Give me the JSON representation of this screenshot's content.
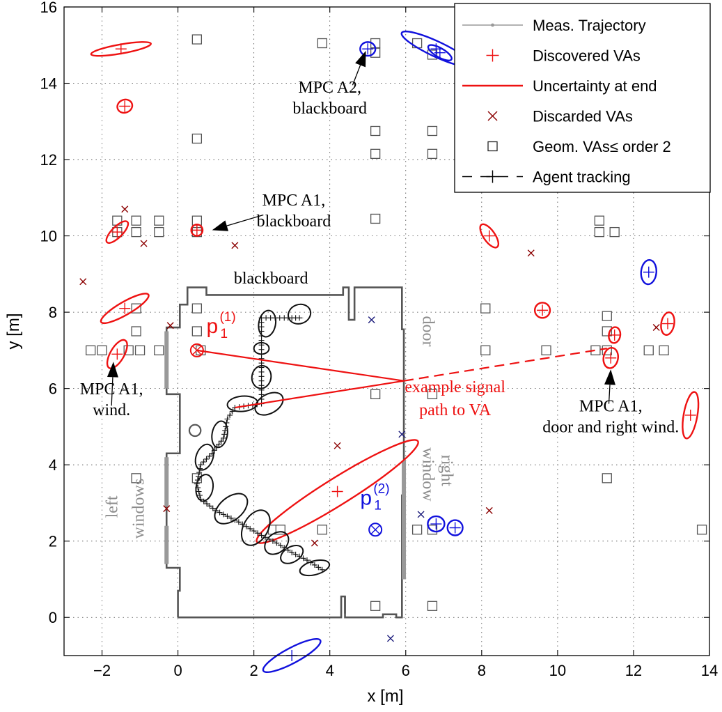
{
  "colors": {
    "discovered": "#ee1111",
    "agent2": "#1111dd",
    "discarded": "#8b0000",
    "discarded_blue": "#1a1a7a",
    "geom": "#555555",
    "trajectory": "#999999",
    "floorplan": "#555555",
    "window": "#999999",
    "agent_track": "#111111"
  },
  "chart_data": {
    "type": "scatter",
    "xlabel": "x [m]",
    "ylabel": "y [m]",
    "xlim": [
      -3,
      14
    ],
    "ylim": [
      -1,
      16
    ],
    "xticks": [
      -2,
      0,
      2,
      4,
      6,
      8,
      10,
      12,
      14
    ],
    "yticks": [
      0,
      2,
      4,
      6,
      8,
      10,
      12,
      14,
      16
    ],
    "grid": true,
    "legend_position": "top-right",
    "legend": [
      {
        "label": "Meas. Trajectory",
        "marker": "trajectory"
      },
      {
        "label": "Discovered VAs",
        "marker": "plus"
      },
      {
        "label": "Uncertainty at end",
        "marker": "redline"
      },
      {
        "label": "Discarded VAs",
        "marker": "x"
      },
      {
        "label": "Geom. VAs≤ order 2",
        "marker": "square"
      },
      {
        "label": "Agent tracking",
        "marker": "dashplus"
      }
    ],
    "geom_vas": [
      [
        -2.3,
        7
      ],
      [
        -2.0,
        7
      ],
      [
        -1.3,
        7
      ],
      [
        -1.0,
        7
      ],
      [
        -0.5,
        7
      ],
      [
        0.6,
        7
      ],
      [
        11.0,
        7
      ],
      [
        11.3,
        7
      ],
      [
        12.4,
        7
      ],
      [
        12.8,
        7
      ],
      [
        -1.6,
        10.4
      ],
      [
        -1.6,
        10.1
      ],
      [
        -1.1,
        10.4
      ],
      [
        -1.1,
        10.1
      ],
      [
        -0.5,
        10.4
      ],
      [
        -0.5,
        10.1
      ],
      [
        0.5,
        10.4
      ],
      [
        0.5,
        10.1
      ],
      [
        11.1,
        10.4
      ],
      [
        11.1,
        10.1
      ],
      [
        11.5,
        10.1
      ],
      [
        -1.1,
        8.1
      ],
      [
        -1.1,
        7.5
      ],
      [
        0.5,
        8.1
      ],
      [
        0.5,
        7.5
      ],
      [
        8.1,
        8.1
      ],
      [
        8.1,
        7
      ],
      [
        9.7,
        7
      ],
      [
        11.3,
        7.5
      ],
      [
        11.3,
        7.9
      ],
      [
        0.5,
        15.15
      ],
      [
        0.5,
        12.55
      ],
      [
        3.8,
        15.05
      ],
      [
        5.2,
        15.05
      ],
      [
        5.2,
        14.8
      ],
      [
        5.2,
        12.75
      ],
      [
        5.2,
        12.15
      ],
      [
        5.2,
        10.45
      ],
      [
        6.3,
        15.05
      ],
      [
        6.7,
        14.75
      ],
      [
        6.7,
        12.75
      ],
      [
        6.7,
        12.15
      ],
      [
        5.2,
        5.85
      ],
      [
        6.7,
        5.85
      ],
      [
        -1.1,
        3.65
      ],
      [
        0.5,
        3.65
      ],
      [
        11.3,
        3.65
      ],
      [
        13.8,
        2.3
      ],
      [
        2.5,
        2.3
      ],
      [
        2.7,
        2.3
      ],
      [
        3.8,
        2.3
      ],
      [
        6.3,
        2.3
      ],
      [
        6.7,
        2.3
      ],
      [
        5.2,
        0.3
      ],
      [
        6.7,
        0.3
      ]
    ],
    "discarded_red": [
      [
        -2.5,
        8.8
      ],
      [
        -1.4,
        10.7
      ],
      [
        -0.9,
        9.8
      ],
      [
        1.5,
        9.75
      ],
      [
        -0.2,
        7.65
      ],
      [
        -0.3,
        2.85
      ],
      [
        4.2,
        4.5
      ],
      [
        3.6,
        1.95
      ],
      [
        8.2,
        2.8
      ],
      [
        9.3,
        9.55
      ],
      [
        12.6,
        7.6
      ]
    ],
    "discarded_blue": [
      [
        5.1,
        7.8
      ],
      [
        5.9,
        4.8
      ],
      [
        6.4,
        2.7
      ],
      [
        5.6,
        -0.55
      ]
    ],
    "discovered_red": [
      {
        "x": -1.5,
        "y": 14.9,
        "rx": 0.8,
        "ry": 0.12,
        "angle": 10
      },
      {
        "x": -1.4,
        "y": 13.4,
        "rx": 0.2,
        "ry": 0.17,
        "angle": 20
      },
      {
        "x": -1.6,
        "y": 10.1,
        "rx": 0.38,
        "ry": 0.14,
        "angle": 45
      },
      {
        "x": -1.4,
        "y": 8.1,
        "rx": 0.72,
        "ry": 0.17,
        "angle": 30
      },
      {
        "x": -1.6,
        "y": 6.9,
        "rx": 0.42,
        "ry": 0.18,
        "angle": 60
      },
      {
        "x": 0.5,
        "y": 10.15,
        "rx": 0.15,
        "ry": 0.15,
        "angle": 0
      },
      {
        "x": 8.2,
        "y": 10.0,
        "rx": 0.36,
        "ry": 0.15,
        "angle": -55
      },
      {
        "x": 9.6,
        "y": 8.05,
        "rx": 0.2,
        "ry": 0.2,
        "angle": 0
      },
      {
        "x": 11.5,
        "y": 7.4,
        "rx": 0.21,
        "ry": 0.15,
        "angle": 80
      },
      {
        "x": 11.4,
        "y": 6.8,
        "rx": 0.27,
        "ry": 0.19,
        "angle": 80
      },
      {
        "x": 12.9,
        "y": 7.7,
        "rx": 0.3,
        "ry": 0.17,
        "angle": 80
      },
      {
        "x": 13.5,
        "y": 5.3,
        "rx": 0.62,
        "ry": 0.18,
        "angle": 80
      },
      {
        "x": 4.2,
        "y": 3.3,
        "rx": 2.5,
        "ry": 0.35,
        "angle": 32
      }
    ],
    "discovered_blue": [
      {
        "x": 5.0,
        "y": 14.9,
        "rx": 0.2,
        "ry": 0.18,
        "angle": 0
      },
      {
        "x": 6.8,
        "y": 14.9,
        "rx": 1.0,
        "ry": 0.2,
        "angle": -25
      },
      {
        "x": 6.9,
        "y": 14.8,
        "rx": 0.35,
        "ry": 0.12,
        "angle": -30
      },
      {
        "x": 12.4,
        "y": 9.05,
        "rx": 0.32,
        "ry": 0.2,
        "angle": 85
      },
      {
        "x": 6.8,
        "y": 2.45,
        "rx": 0.22,
        "ry": 0.2,
        "angle": 0
      },
      {
        "x": 7.3,
        "y": 2.35,
        "rx": 0.2,
        "ry": 0.2,
        "angle": 0
      },
      {
        "x": 3.0,
        "y": -1.0,
        "rx": 0.85,
        "ry": 0.2,
        "angle": 28
      }
    ],
    "agent_track": [
      [
        3.8,
        1.25
      ],
      [
        3.4,
        1.5
      ],
      [
        3.0,
        1.7
      ],
      [
        2.6,
        1.95
      ],
      [
        2.2,
        2.15
      ],
      [
        1.6,
        2.5
      ],
      [
        1.0,
        2.8
      ],
      [
        0.6,
        3.1
      ],
      [
        0.5,
        3.5
      ],
      [
        0.6,
        4.0
      ],
      [
        0.9,
        4.3
      ],
      [
        1.2,
        4.7
      ],
      [
        1.3,
        5.2
      ],
      [
        1.5,
        5.5
      ],
      [
        2.2,
        5.6
      ],
      [
        2.2,
        6.2
      ],
      [
        2.2,
        6.9
      ],
      [
        2.2,
        7.5
      ],
      [
        2.2,
        7.85
      ],
      [
        2.8,
        7.85
      ],
      [
        3.3,
        7.85
      ]
    ],
    "agent_ellipses": [
      {
        "x": 3.6,
        "y": 1.3,
        "rx": 0.4,
        "ry": 0.18,
        "angle": 15
      },
      {
        "x": 3.0,
        "y": 1.65,
        "rx": 0.32,
        "ry": 0.2,
        "angle": 30
      },
      {
        "x": 2.6,
        "y": 1.95,
        "rx": 0.35,
        "ry": 0.25,
        "angle": 40
      },
      {
        "x": 2.05,
        "y": 2.35,
        "rx": 0.5,
        "ry": 0.32,
        "angle": 60
      },
      {
        "x": 1.4,
        "y": 2.85,
        "rx": 0.5,
        "ry": 0.3,
        "angle": 40
      },
      {
        "x": 0.7,
        "y": 3.4,
        "rx": 0.35,
        "ry": 0.22,
        "angle": 80
      },
      {
        "x": 0.7,
        "y": 4.2,
        "rx": 0.35,
        "ry": 0.22,
        "angle": 70
      },
      {
        "x": 1.1,
        "y": 4.8,
        "rx": 0.35,
        "ry": 0.2,
        "angle": 80
      },
      {
        "x": 1.7,
        "y": 5.6,
        "rx": 0.4,
        "ry": 0.2,
        "angle": 5
      },
      {
        "x": 2.4,
        "y": 5.6,
        "rx": 0.4,
        "ry": 0.25,
        "angle": 30
      },
      {
        "x": 2.2,
        "y": 6.3,
        "rx": 0.3,
        "ry": 0.25,
        "angle": 80
      },
      {
        "x": 2.2,
        "y": 7.05,
        "rx": 0.2,
        "ry": 0.15,
        "angle": 0
      },
      {
        "x": 2.35,
        "y": 7.7,
        "rx": 0.35,
        "ry": 0.22,
        "angle": 80
      },
      {
        "x": 3.2,
        "y": 7.95,
        "rx": 0.3,
        "ry": 0.25,
        "angle": 20
      }
    ],
    "floorplan": {
      "outline": [
        [
          0,
          0
        ],
        [
          0,
          0.7
        ],
        [
          0.05,
          0.7
        ],
        [
          0.05,
          1.3
        ],
        [
          -0.3,
          1.3
        ],
        [
          -0.3,
          4.3
        ],
        [
          0.05,
          4.3
        ],
        [
          0.05,
          5.85
        ],
        [
          -0.3,
          5.85
        ],
        [
          -0.3,
          7.6
        ],
        [
          0.05,
          7.6
        ],
        [
          0.05,
          8.2
        ],
        [
          0.25,
          8.2
        ],
        [
          0.25,
          8.65
        ],
        [
          0.75,
          8.65
        ],
        [
          0.75,
          8.45
        ],
        [
          4.35,
          8.45
        ],
        [
          4.35,
          8.65
        ],
        [
          4.5,
          8.65
        ],
        [
          4.5,
          7.8
        ],
        [
          4.65,
          7.8
        ],
        [
          4.65,
          8.65
        ],
        [
          5.9,
          8.65
        ],
        [
          5.9,
          7.55
        ],
        [
          5.95,
          7.55
        ],
        [
          5.95,
          3.2
        ],
        [
          5.9,
          3.2
        ],
        [
          5.9,
          0
        ],
        [
          5.75,
          0
        ],
        [
          5.75,
          0.08
        ],
        [
          5.4,
          0.08
        ],
        [
          5.4,
          0
        ],
        [
          4.4,
          0
        ],
        [
          4.4,
          0.55
        ],
        [
          4.3,
          0.55
        ],
        [
          4.3,
          0
        ],
        [
          0,
          0
        ]
      ],
      "walls": [
        [
          [
            4.4,
            0.55
          ],
          [
            4.4,
            0.1
          ]
        ]
      ],
      "left_windows": [
        [
          [
            -0.3,
            1.4
          ],
          [
            -0.3,
            2.4
          ]
        ],
        [
          [
            -0.3,
            2.9
          ],
          [
            -0.3,
            4.2
          ]
        ],
        [
          [
            -0.3,
            6.0
          ],
          [
            -0.3,
            7.5
          ]
        ]
      ],
      "right_windows": [
        [
          [
            5.95,
            1.0
          ],
          [
            5.95,
            4.1
          ]
        ]
      ],
      "pillar": {
        "x": 0.45,
        "y": 4.9,
        "r": 0.15
      }
    },
    "example_path": {
      "solid": [
        [
          0.5,
          7.0
        ],
        [
          5.95,
          6.2
        ],
        [
          1.5,
          5.5
        ]
      ],
      "dashed": [
        [
          5.95,
          6.2
        ],
        [
          11.3,
          7.05
        ]
      ]
    },
    "positions": {
      "p1": {
        "x": 0.5,
        "y": 7.0
      },
      "p2": {
        "x": 5.2,
        "y": 2.3
      }
    },
    "annotations": [
      {
        "id": "mpc_a2",
        "lines": [
          "MPC A2,",
          "blackboard"
        ],
        "text_x": 4.0,
        "text_y": 13.75,
        "arrow_from": [
          4.6,
          13.95
        ],
        "arrow_to": [
          4.95,
          14.85
        ]
      },
      {
        "id": "mpc_a1_bb",
        "lines": [
          "MPC A1,",
          "blackboard"
        ],
        "text_x": 3.05,
        "text_y": 10.8,
        "arrow_from": [
          2.25,
          10.55
        ],
        "arrow_to": [
          0.9,
          10.15
        ]
      },
      {
        "id": "mpc_a1_wind",
        "lines": [
          "MPC A1,",
          "wind."
        ],
        "text_x": -1.75,
        "text_y": 5.85,
        "arrow_from": [
          -1.75,
          5.55
        ],
        "arrow_to": [
          -1.7,
          6.7
        ]
      },
      {
        "id": "mpc_a1_door",
        "lines": [
          "MPC A1,",
          "door and right wind."
        ],
        "text_x": 11.4,
        "text_y": 5.4,
        "arrow_from": [
          11.35,
          5.6
        ],
        "arrow_to": [
          11.4,
          6.5
        ]
      }
    ],
    "labels": {
      "blackboard": "blackboard",
      "door": "door",
      "example_signal": [
        "example signal",
        "path to VA"
      ],
      "right_window": [
        "right",
        "window"
      ],
      "left_windows": [
        "left",
        "windows"
      ],
      "p1_base": "p",
      "p1_sub": "1",
      "p1_sup": "(1)",
      "p2_base": "p",
      "p2_sub": "1",
      "p2_sup": "(2)"
    }
  }
}
